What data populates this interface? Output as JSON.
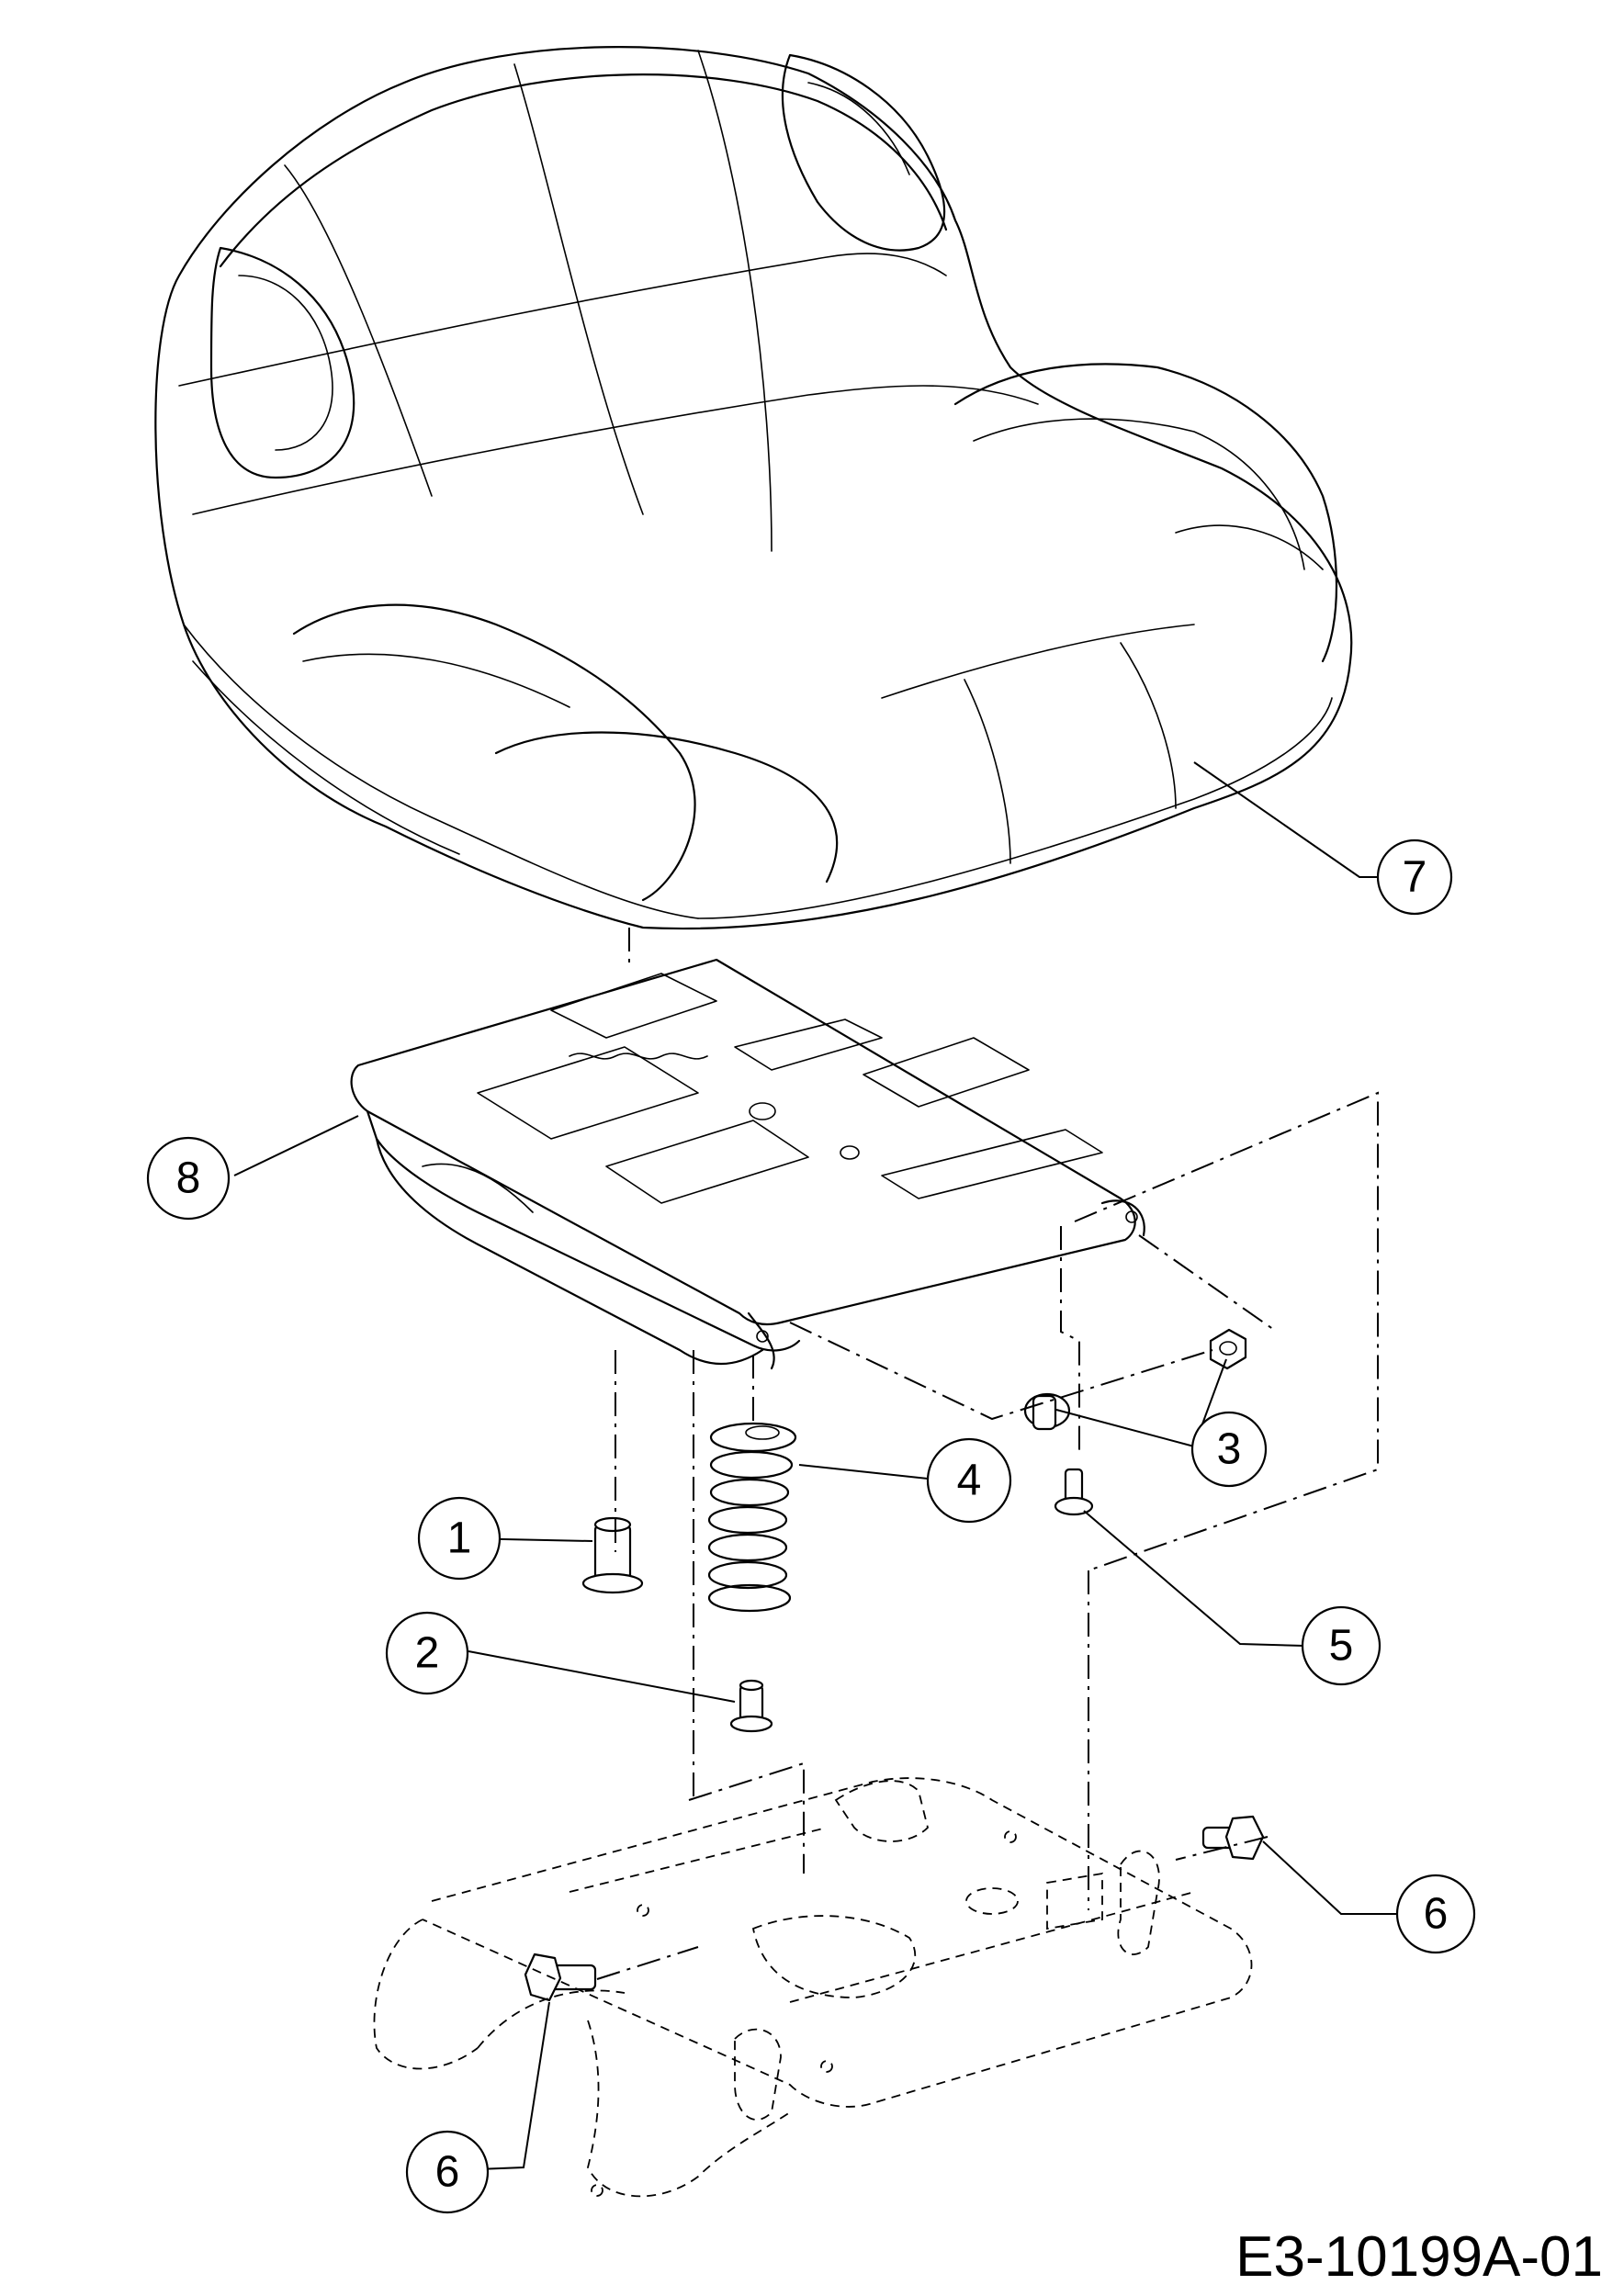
{
  "drawing": {
    "code": "E3-10199A-01"
  },
  "callouts": [
    {
      "id": "callout-7",
      "label": "7"
    },
    {
      "id": "callout-8",
      "label": "8"
    },
    {
      "id": "callout-3",
      "label": "3"
    },
    {
      "id": "callout-4",
      "label": "4"
    },
    {
      "id": "callout-1",
      "label": "1"
    },
    {
      "id": "callout-5",
      "label": "5"
    },
    {
      "id": "callout-2",
      "label": "2"
    },
    {
      "id": "callout-6a",
      "label": "6"
    },
    {
      "id": "callout-6b",
      "label": "6"
    }
  ],
  "parts": [
    {
      "number": "1",
      "icon": "pivot-pin-icon"
    },
    {
      "number": "2",
      "icon": "shoulder-bolt-icon"
    },
    {
      "number": "3",
      "icon": "nut-and-bushing-icon"
    },
    {
      "number": "4",
      "icon": "compression-spring-icon"
    },
    {
      "number": "5",
      "icon": "stud-bolt-icon"
    },
    {
      "number": "6",
      "icon": "hex-bolt-icon"
    },
    {
      "number": "7",
      "icon": "seat-cushion-icon"
    },
    {
      "number": "8",
      "icon": "seat-pan-icon"
    }
  ],
  "colors": {
    "ink": "#000000",
    "background": "#ffffff"
  }
}
